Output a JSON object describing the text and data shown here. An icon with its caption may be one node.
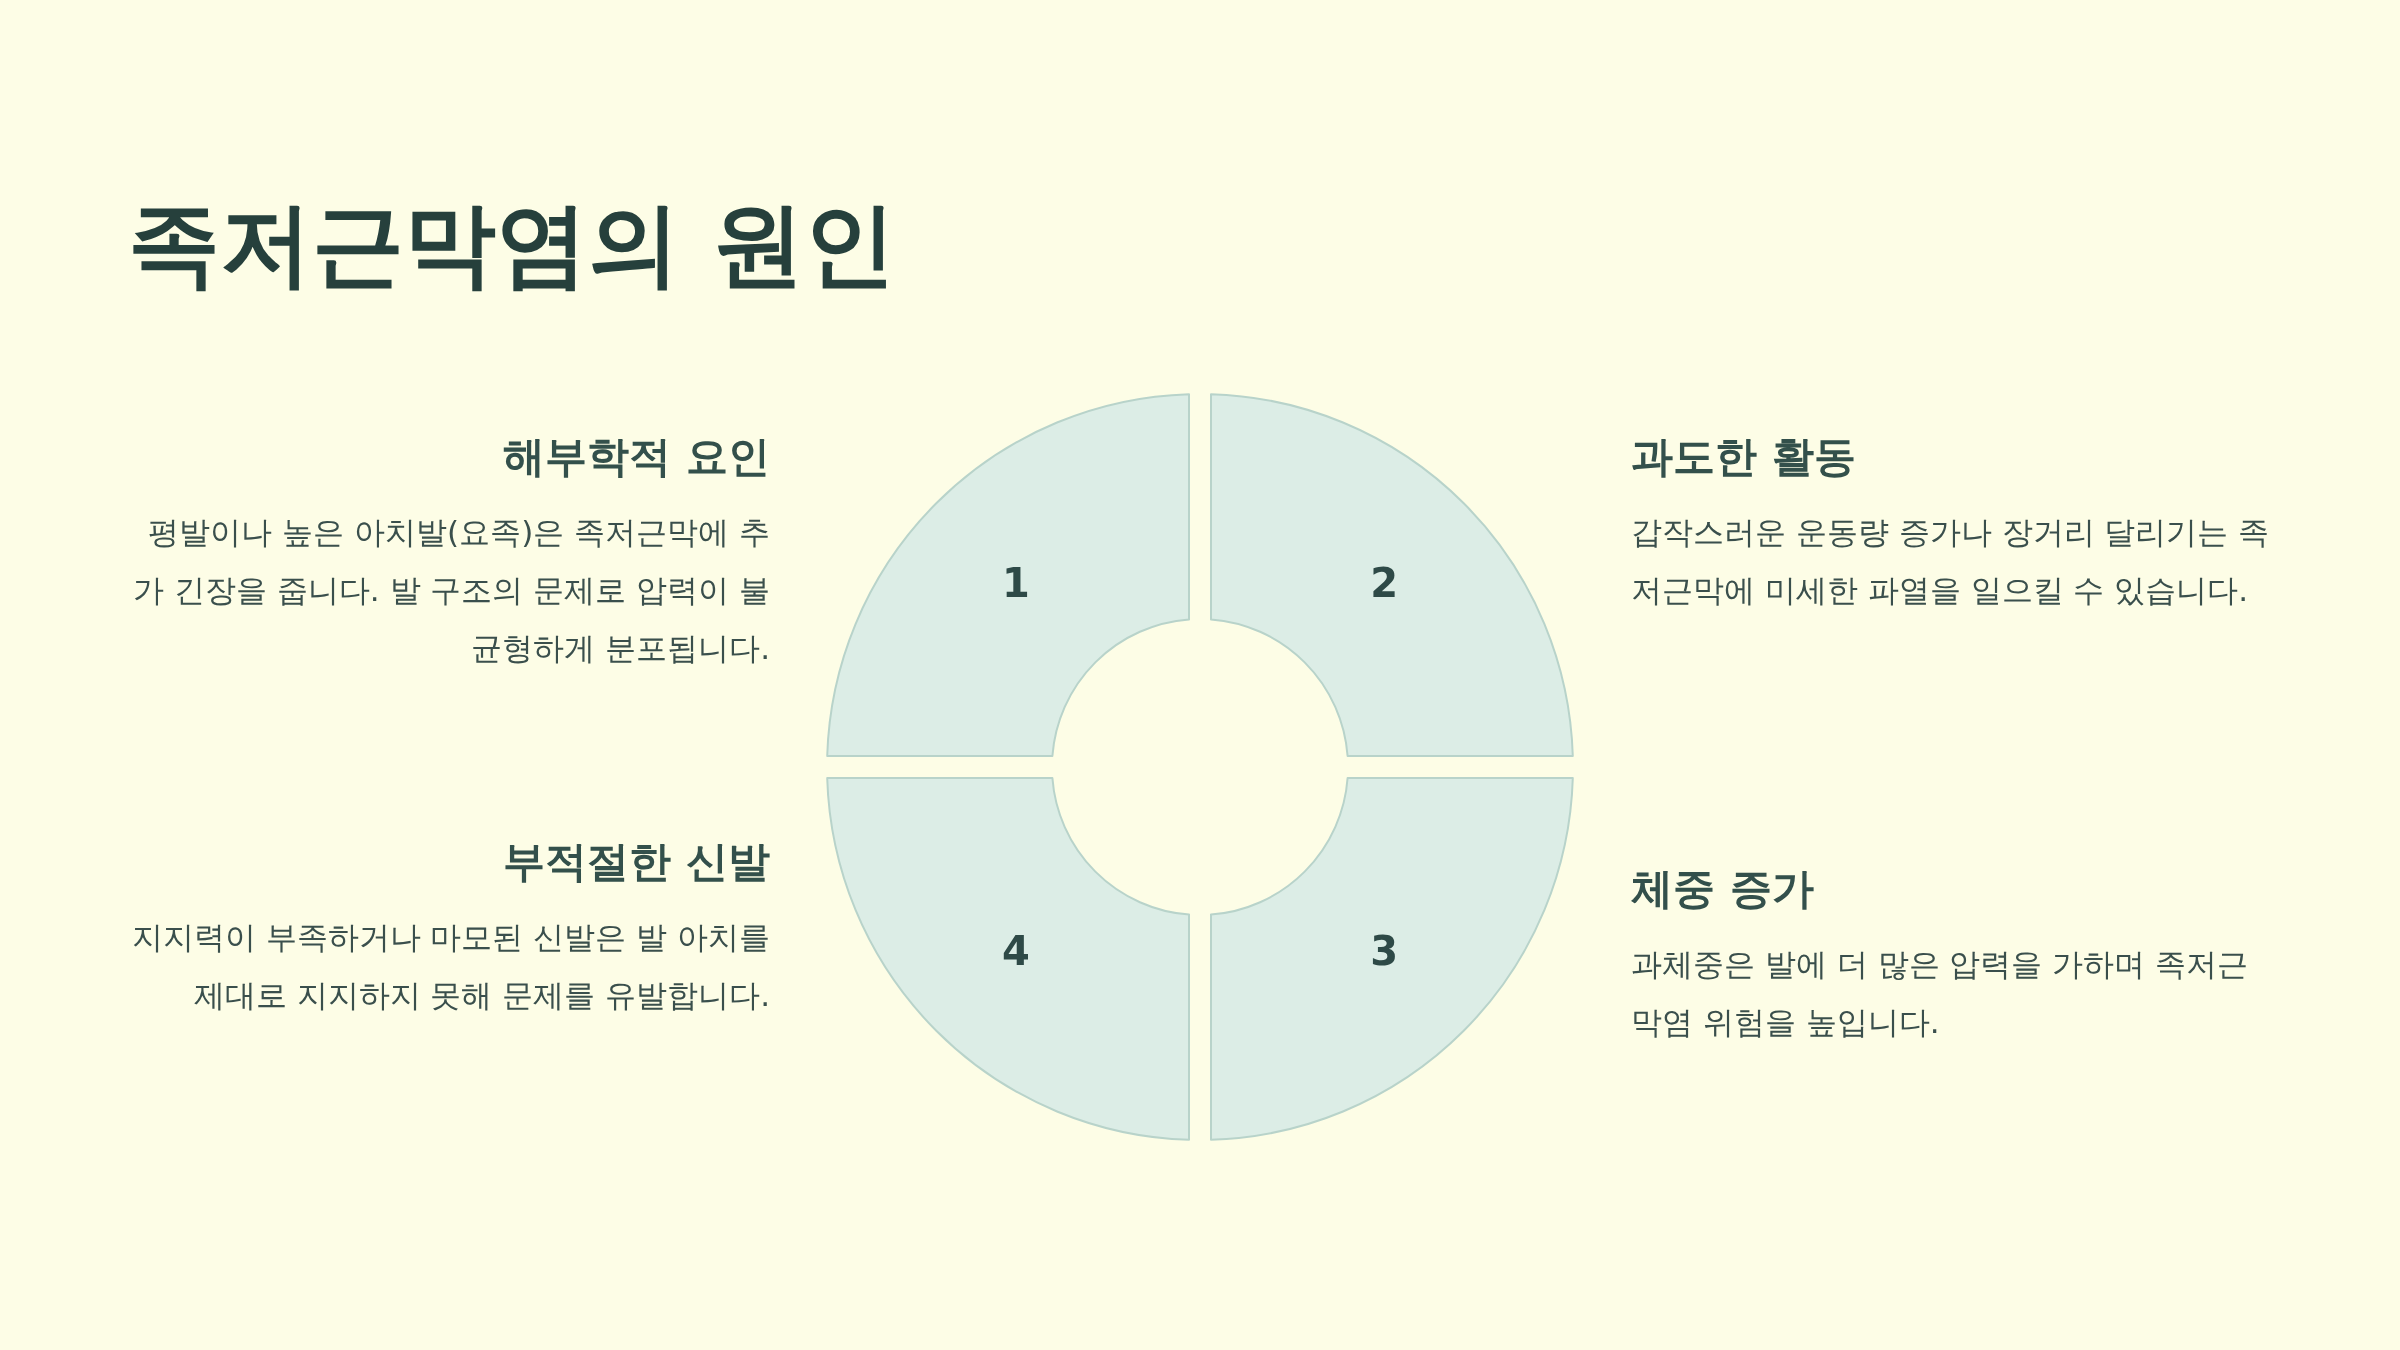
{
  "diagram": {
    "title": "족저근막염의 원인",
    "nodes": [
      {
        "text": [
          "1"
        ],
        "beside": [
          "해부학적 요인",
          "평발이나 높은 아치발(요족)은 족저근막에 추가 긴장을 줍니다. 발 구조의 문제로 압력이 불균형하게 분포됩니다."
        ]
      },
      {
        "text": [
          "2"
        ],
        "beside": [
          "과도한 활동",
          "갑작스러운 운동량 증가나 장거리 달리기는 족저근막에 미세한 파열을 일으킬 수 있습니다."
        ]
      },
      {
        "text": [
          "4"
        ],
        "beside": [
          "부적절한 신발",
          "지지력이 부족하거나 마모된 신발은 발 아치를 제대로 지지하지 못해 문제를 유발합니다."
        ]
      },
      {
        "text": [
          "3"
        ],
        "beside": [
          "체중 증가",
          "과체중은 발에 더 많은 압력을 가하며 족저근막염 위험을 높입니다."
        ]
      }
    ],
    "edges": []
  }
}
